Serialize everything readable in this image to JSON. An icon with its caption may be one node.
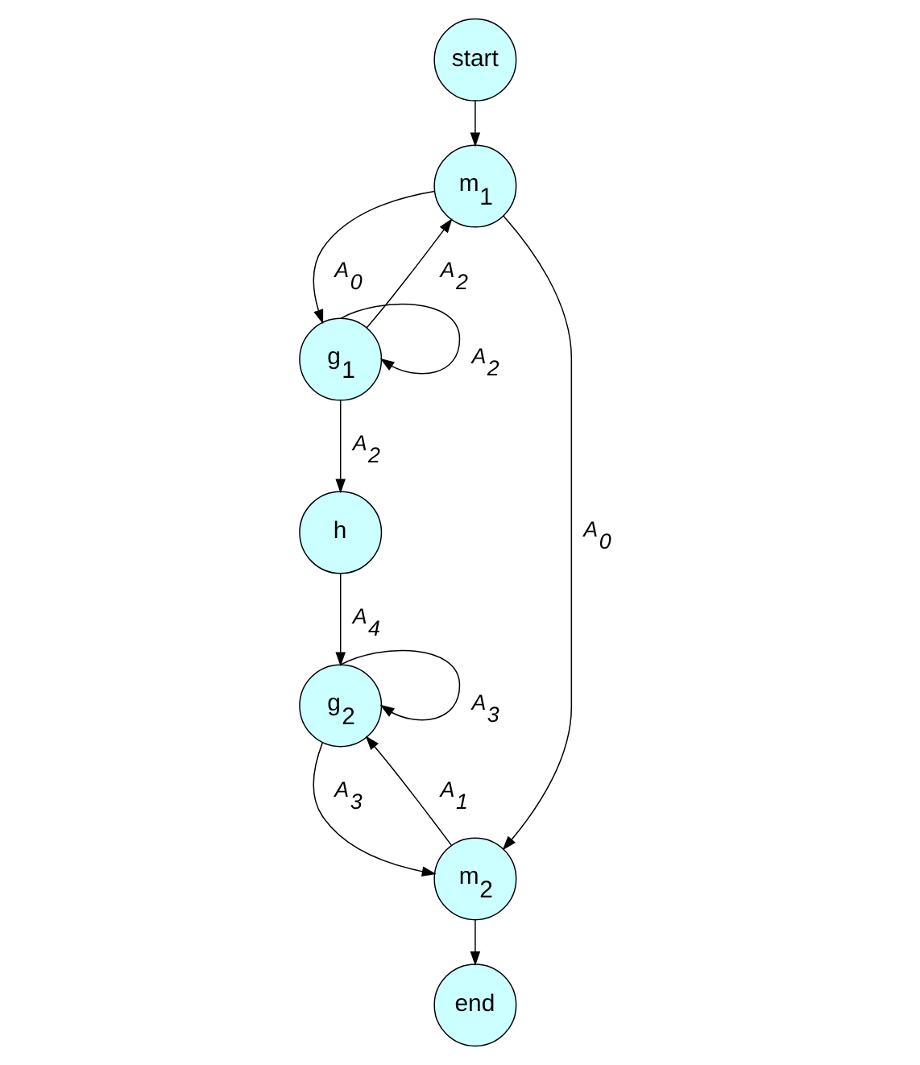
{
  "diagram": {
    "nodes": [
      {
        "text": [
          "start"
        ]
      },
      {
        "text": [
          "m$_{1}$"
        ]
      },
      {
        "text": [
          "g$_{1}$"
        ]
      },
      {
        "text": [
          "h"
        ]
      },
      {
        "text": [
          "m$_{2}$"
        ]
      },
      {
        "text": [
          "g$_{2}$"
        ]
      },
      {
        "text": [
          "end"
        ]
      }
    ],
    "edges": [
      {
        "from": 0,
        "to": 1,
        "arrow": "to"
      },
      {
        "from": 2,
        "to": 1,
        "arrow": "to",
        "label": "A$_{2}$"
      },
      {
        "from": 2,
        "to": 2,
        "arrow": "to",
        "label": "A$_{2}$"
      },
      {
        "from": 1,
        "to": 2,
        "arrow": "to",
        "label": "A$_{0}$"
      },
      {
        "from": 2,
        "to": 3,
        "arrow": "to",
        "label": "A$_{2}$"
      },
      {
        "from": 1,
        "to": 4,
        "arrow": "to",
        "label": "A$_{0}$"
      },
      {
        "from": 4,
        "to": 5,
        "arrow": "to",
        "label": "A$_{1}$"
      },
      {
        "from": 3,
        "to": 5,
        "arrow": "to",
        "label": "A$_{4}$"
      },
      {
        "from": 5,
        "to": 4,
        "arrow": "to",
        "label": "A$_{3}$"
      },
      {
        "from": 5,
        "to": 5,
        "arrow": "to",
        "label": "A$_{3}$"
      },
      {
        "from": 4,
        "to": 6,
        "arrow": "to"
      }
    ]
  }
}
